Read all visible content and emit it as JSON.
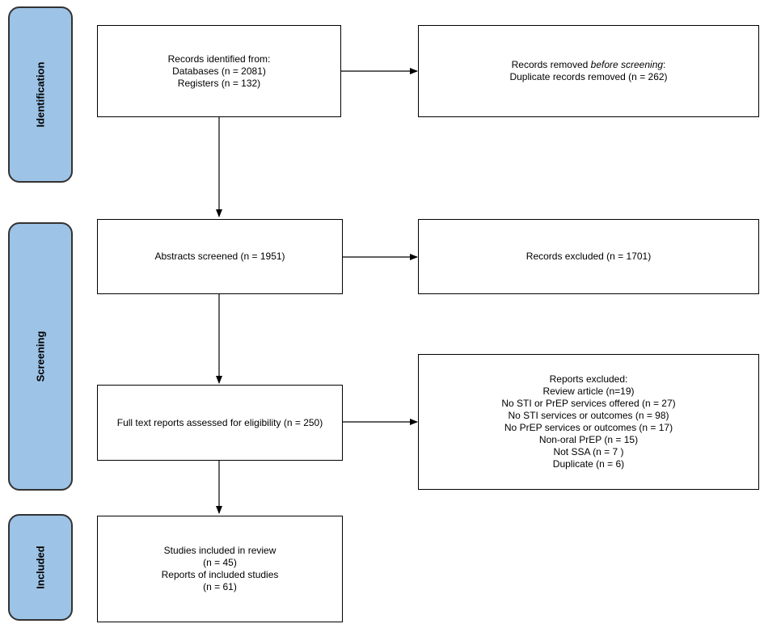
{
  "phases": {
    "identification": "Identification",
    "screening": "Screening",
    "included": "Included"
  },
  "identified": {
    "line1": "Records identified from:",
    "line2": "Databases (n = 2081)",
    "line3": "Registers (n = 132)"
  },
  "removed": {
    "line1_prefix": "Records removed ",
    "line1_emph": "before screening",
    "line1_suffix": ":",
    "line2": "Duplicate records removed  (n = 262)"
  },
  "abstracts_screened": "Abstracts screened (n = 1951)",
  "records_excluded": "Records excluded (n = 1701)",
  "full_text": "Full text reports  assessed for eligibility (n = 250)",
  "reports_excluded": {
    "title": "Reports excluded:",
    "reasons": [
      "Review article (n=19)",
      "No STI or PrEP services offered (n = 27)",
      "No STI services or outcomes  (n = 98)",
      "No PrEP services or outcomes  (n = 17)",
      "Non-oral PrEP (n = 15)",
      "Not SSA (n = 7 )",
      "Duplicate (n = 6)"
    ]
  },
  "included_box": {
    "line1": "Studies included in review",
    "line2": "(n = 45)",
    "line3": "Reports of included studies",
    "line4": "(n = 61)"
  }
}
